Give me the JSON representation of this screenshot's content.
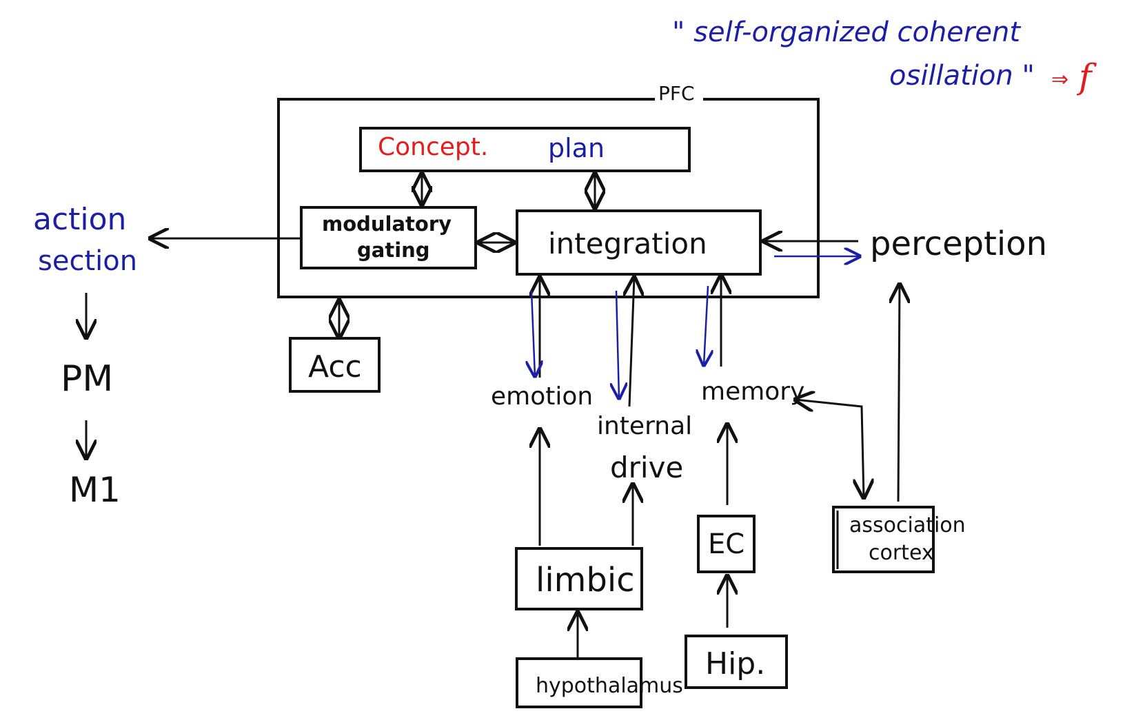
{
  "colors": {
    "ink": "#111111",
    "blue": "#1b1fa8",
    "red": "#e11d1d"
  },
  "title": {
    "quote_line1": "\" self-organized coherent",
    "quote_line2": "osillation \"",
    "arrow": "⇒",
    "symbol": "f"
  },
  "boxes": {
    "pfc": "PFC",
    "concept": "Concept.",
    "plan": "plan",
    "modulatory_line1": "modulatory",
    "modulatory_line2": "gating",
    "integration": "integration",
    "acc": "Acc",
    "limbic": "limbic",
    "hypothalamus": "hypothalamus",
    "ec": "EC",
    "hip": "Hip.",
    "association_line1": "association",
    "association_line2": "cortex"
  },
  "labels": {
    "action_line1": "action",
    "action_line2": "section",
    "pm": "PM",
    "m1": "M1",
    "perception": "perception",
    "emotion": "emotion",
    "internal_line1": "internal",
    "internal_line2": "drive",
    "memory": "memory"
  }
}
